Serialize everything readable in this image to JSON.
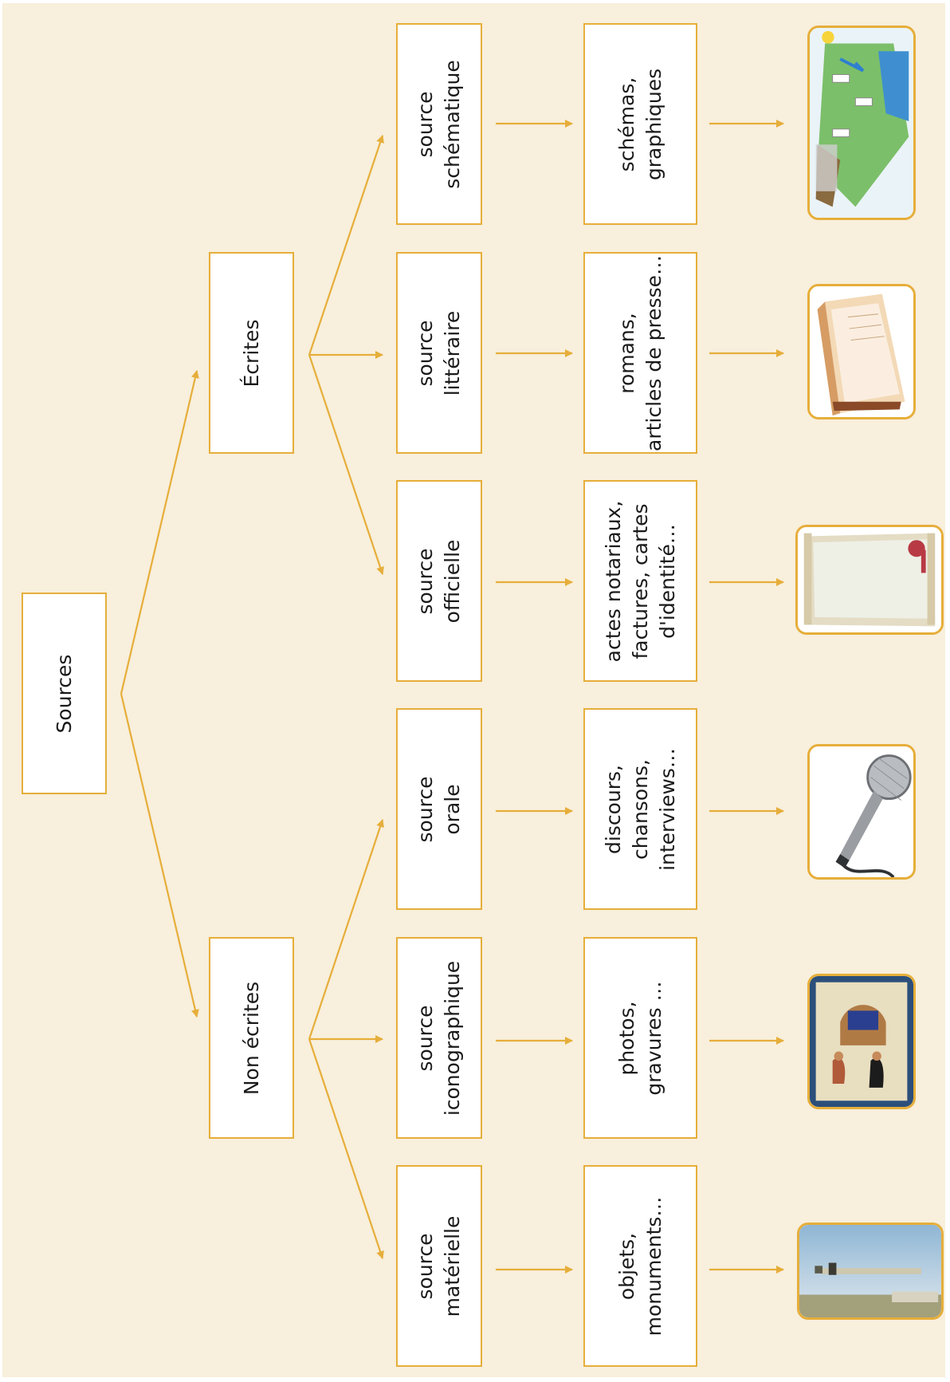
{
  "root": {
    "label": "Sources"
  },
  "categories": {
    "ecrites": {
      "label": "Écrites"
    },
    "non_ecrites": {
      "label": "Non écrites"
    }
  },
  "sources": {
    "schematique": {
      "lines": [
        "source",
        "schématique"
      ]
    },
    "litteraire": {
      "lines": [
        "source",
        "littéraire"
      ]
    },
    "officielle": {
      "lines": [
        "source",
        "officielle"
      ]
    },
    "orale": {
      "lines": [
        "source",
        "orale"
      ]
    },
    "iconographique": {
      "lines": [
        "source",
        "iconographique"
      ]
    },
    "materielle": {
      "lines": [
        "source",
        "matérielle"
      ]
    }
  },
  "examples": {
    "schematique": {
      "lines": [
        "schémas,",
        "graphiques"
      ]
    },
    "litteraire": {
      "lines": [
        "romans,",
        "articles de presse…"
      ]
    },
    "officielle": {
      "lines": [
        "actes notariaux,",
        "factures, cartes",
        "d'identité…"
      ]
    },
    "orale": {
      "lines": [
        "discours,",
        "chansons,",
        "interviews…"
      ]
    },
    "iconographique": {
      "lines": [
        "photos,",
        "gravures …"
      ]
    },
    "materielle": {
      "lines": [
        "objets,",
        "monuments…"
      ]
    }
  },
  "images": {
    "schematique": "water-cycle-diagram",
    "litteraire": "open-book",
    "officielle": "parchment-scroll",
    "orale": "microphone",
    "iconographique": "miniature-painting",
    "materielle": "monument-column"
  },
  "colors": {
    "background": "#f8efdc",
    "accent": "#e6ae3a",
    "box": "#ffffff",
    "text": "#1a1a1a"
  }
}
